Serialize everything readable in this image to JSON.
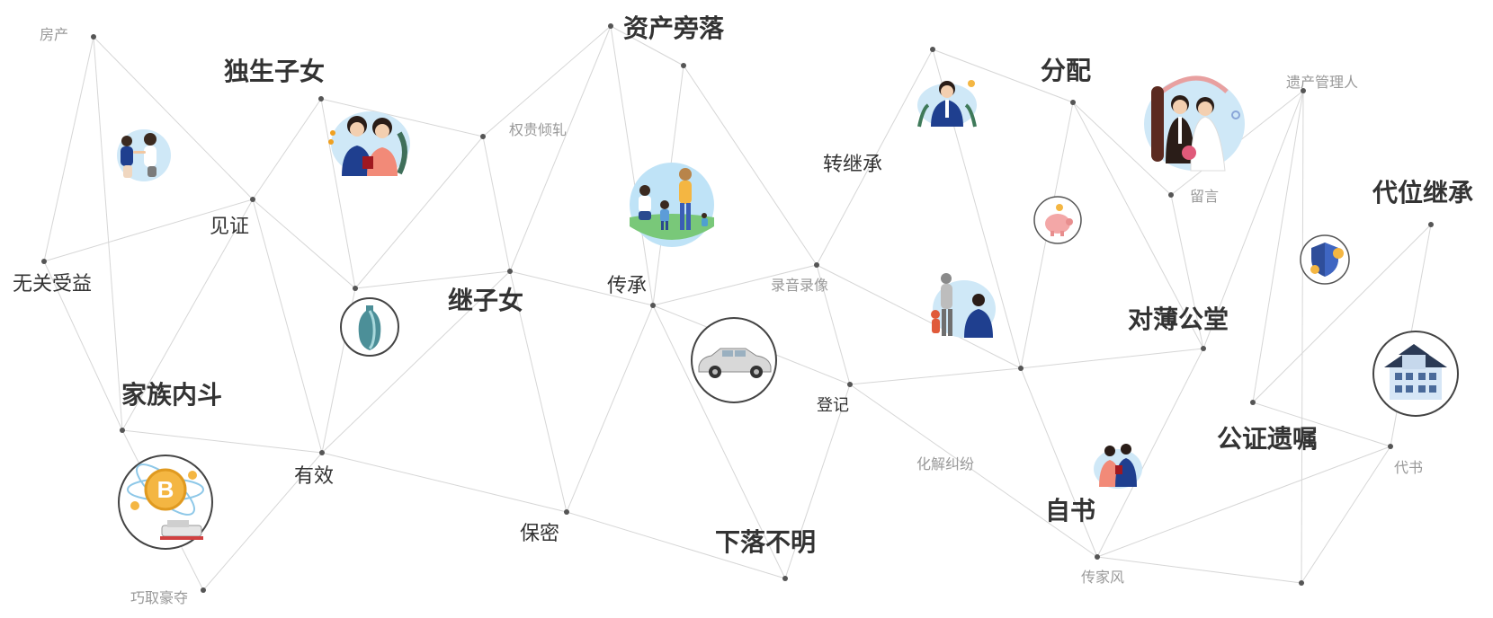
{
  "labels": {
    "fang_chan": "房产",
    "du_sheng_zi_nv": "独生子女",
    "zi_chan_pang_luo": "资产旁落",
    "quan_gui_qing_ya": "权贵倾轧",
    "jian_zheng": "见证",
    "wu_guan_shou_yi": "无关受益",
    "ji_zi_nv": "继子女",
    "chuan_cheng": "传承",
    "zhuan_ji_cheng": "转继承",
    "lu_yin_lu_xiang": "录音录像",
    "fen_pei": "分配",
    "yi_chan_guan_li_ren": "遗产管理人",
    "liu_yan": "留言",
    "dai_wei_ji_cheng": "代位继承",
    "dui_bo_gong_tang": "对薄公堂",
    "jia_zu_nei_dou": "家族内斗",
    "you_xiao": "有效",
    "bao_mi": "保密",
    "xia_luo_bu_ming": "下落不明",
    "deng_ji": "登记",
    "hua_jie_jiu_fen": "化解纠纷",
    "gong_zheng_yi_zhu": "公证遗嘱",
    "dai_shu": "代书",
    "zi_shu": "自书",
    "chuan_jia_feng": "传家风",
    "qiao_qu_hao_duo": "巧取豪夺"
  },
  "colors": {
    "line": "#d6d6d6",
    "node": "#555555",
    "text_strong": "#333333",
    "text_muted": "#999999"
  },
  "icons": [
    "caring-family-illustration",
    "young-couple-illustration",
    "family-walking-illustration",
    "businessman-illustration",
    "wedding-couple-illustration",
    "piggy-bank-icon",
    "shield-coin-icon",
    "vase-icon",
    "car-icon",
    "father-son-illustration",
    "house-icon",
    "bitcoin-icon",
    "couple-with-baby-illustration"
  ]
}
